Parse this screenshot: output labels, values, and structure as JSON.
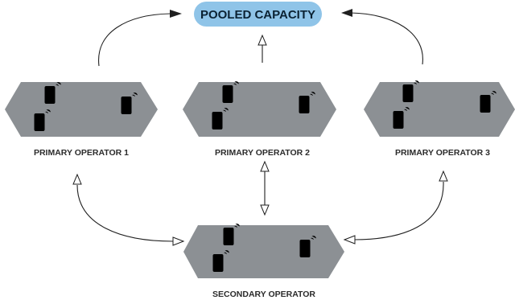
{
  "pool": {
    "label": "POOLED CAPACITY",
    "color": "#8fc4e8"
  },
  "operators": {
    "primary1": {
      "label": "PRIMARY OPERATOR 1"
    },
    "primary2": {
      "label": "PRIMARY OPERATOR 2"
    },
    "primary3": {
      "label": "PRIMARY OPERATOR 3"
    },
    "secondary": {
      "label": "SECONDARY OPERATOR"
    }
  },
  "icons": {
    "tower": "cell-tower-icon",
    "phone": "smartphone-icon"
  },
  "colors": {
    "platform": "#8c9094",
    "phone_screen": "#bcd6ee"
  }
}
